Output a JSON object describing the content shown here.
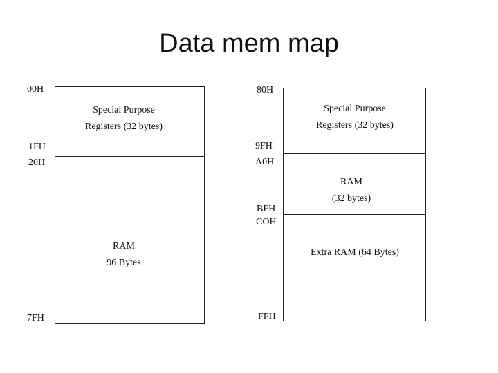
{
  "title": "Data mem map",
  "left_map": {
    "addresses": [
      "00H",
      "1FH",
      "20H",
      "7FH"
    ],
    "regions": [
      {
        "line1": "Special Purpose",
        "line2": "Registers    (32 bytes)"
      },
      {
        "line1": "RAM",
        "line2": "96 Bytes"
      }
    ]
  },
  "right_map": {
    "addresses": [
      "80H",
      "9FH",
      "A0H",
      "BFH",
      "COH",
      "FFH"
    ],
    "regions": [
      {
        "line1": "Special Purpose",
        "line2": "Registers    (32 bytes)"
      },
      {
        "line1": "RAM",
        "line2": "(32 bytes)"
      },
      {
        "line1": "Extra RAM (64 Bytes)"
      }
    ]
  }
}
